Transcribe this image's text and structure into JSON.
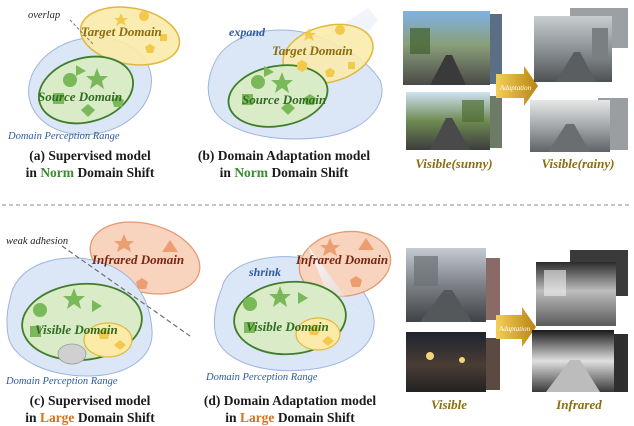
{
  "top": {
    "panel_a": {
      "overlap_label": "overlap",
      "target_domain": "Target Domain",
      "source_domain": "Source Domain",
      "range_label": "Domain Perception Range",
      "caption_line1": "(a) Supervised model",
      "caption_line2_pre": "in ",
      "caption_line2_hl": "Norm",
      "caption_line2_post": " Domain Shift"
    },
    "panel_b": {
      "expand_label": "expand",
      "target_domain": "Target Domain",
      "source_domain": "Source Domain",
      "caption_line1": "(b) Domain Adaptation model",
      "caption_line2_pre": "in ",
      "caption_line2_hl": "Norm",
      "caption_line2_post": " Domain Shift"
    },
    "photos": {
      "arrow_label": "Adaptation",
      "left_label": "Visible(sunny)",
      "right_label": "Visible(rainy)"
    }
  },
  "bottom": {
    "panel_c": {
      "weak_label": "weak adhesion",
      "infrared_domain": "Infrared Domain",
      "visible_domain": "Visible Domain",
      "range_label": "Domain Perception Range",
      "caption_line1": "(c) Supervised model",
      "caption_line2_pre": "in ",
      "caption_line2_hl": "Large",
      "caption_line2_post": " Domain Shift"
    },
    "panel_d": {
      "shrink_label": "shrink",
      "infrared_domain": "Infrared Domain",
      "visible_domain": "Visible Domain",
      "range_label": "Domain Perception Range",
      "caption_line1": "(d) Domain Adaptation model",
      "caption_line2_pre": "in ",
      "caption_line2_hl": "Large",
      "caption_line2_post": " Domain Shift"
    },
    "photos": {
      "arrow_label": "Adaptation",
      "left_label": "Visible",
      "right_label": "Infrared"
    }
  },
  "colors": {
    "range_fill": "#dbe6f6",
    "range_stroke": "#9db6dc",
    "source_fill": "#d9ecc7",
    "source_stroke": "#3f7d2a",
    "target_fill": "#fbeaa8",
    "target_stroke": "#e2b73c",
    "infrared_fill": "#f8d3be",
    "infrared_stroke": "#e49b74",
    "norm_highlight": "#3b8a32",
    "large_highlight": "#d8701f",
    "blue_text": "#2d5aa0"
  }
}
